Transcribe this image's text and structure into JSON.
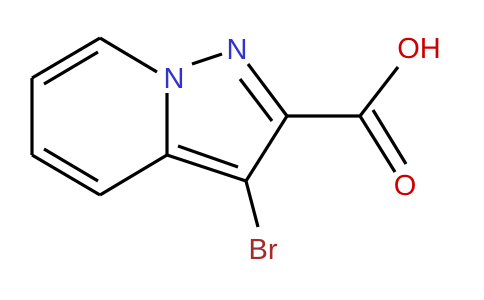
{
  "atoms": {
    "n_bridge": {
      "label": "N",
      "color": "#3333cc"
    },
    "n_pyrazole": {
      "label": "N",
      "color": "#3333cc"
    },
    "hydroxyl": {
      "label": "OH",
      "color": "#cc0000"
    },
    "carbonyl_o": {
      "label": "O",
      "color": "#cc0000"
    },
    "bromine": {
      "label": "Br",
      "color": "#a52a2a"
    }
  },
  "colors": {
    "bond": "#000000",
    "background": "#ffffff"
  }
}
